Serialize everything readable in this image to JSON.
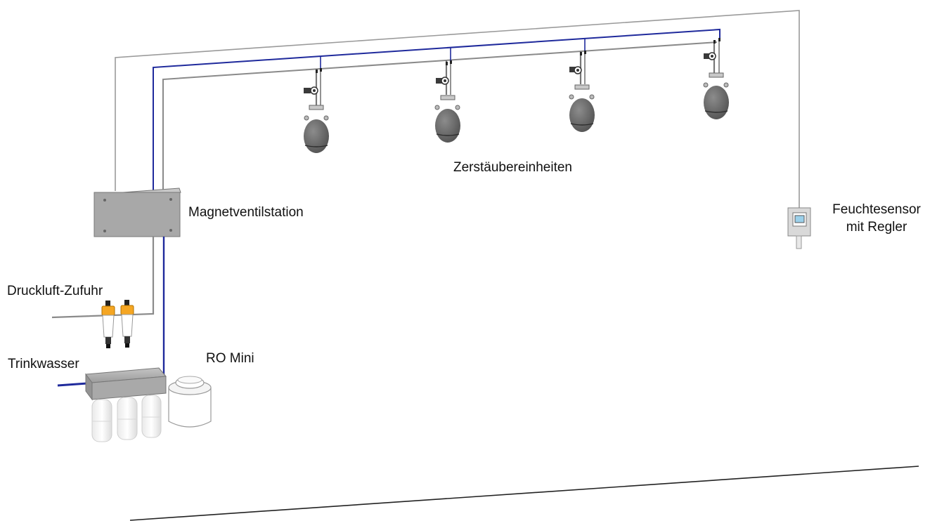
{
  "labels": {
    "atomizers": "Zerstäubereinheiten",
    "valve_station": "Magnetventilstation",
    "sensor_line1": "Feuchtesensor",
    "sensor_line2": "mit Regler",
    "compressed_air": "Druckluft-Zufuhr",
    "drinking_water": "Trinkwasser",
    "ro_unit": "RO Mini"
  },
  "colors": {
    "water_line": "#1f2a9c",
    "air_line": "#8a8a8a",
    "signal_line": "#9a9a9a",
    "box_fill": "#a7a7a7",
    "nozzle_body": "#6b6b6b",
    "fitting_orange": "#f5a623"
  }
}
